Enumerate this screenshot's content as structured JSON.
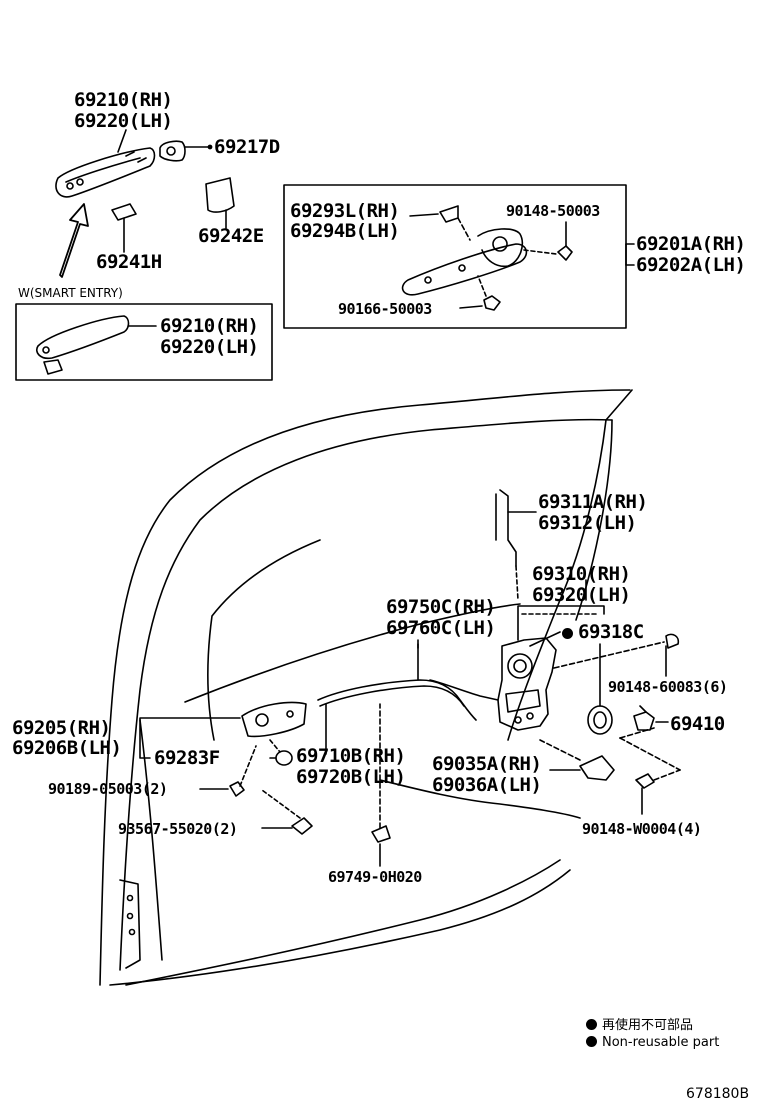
{
  "parts": {
    "handle_rh": "69210(RH)",
    "handle_lh": "69220(LH)",
    "cap": "69217D",
    "pad_a": "69241H",
    "pad_b": "69242E",
    "frame_rh": "69293L(RH)",
    "frame_lh": "69294B(LH)",
    "screw_top": "90148-50003",
    "screw_bottom": "90166-50003",
    "assy_rh": "69201A(RH)",
    "assy_lh": "69202A(LH)",
    "smart_handle_rh": "69210(RH)",
    "smart_handle_lh": "69220(LH)",
    "rod_rh": "69311A(RH)",
    "rod_lh": "69312(LH)",
    "lock_rh": "69310(RH)",
    "lock_lh": "69320(LH)",
    "cable_rh": "69750C(RH)",
    "cable_lh": "69760C(LH)",
    "seal": "69318C",
    "screw_lock": "90148-60083(6)",
    "striker": "69410",
    "inner_handle_rh": "69205(RH)",
    "inner_handle_lh": "69206B(LH)",
    "bezel": "69283F",
    "cable2_rh": "69710B(RH)",
    "cable2_lh": "69720B(LH)",
    "cover_rh": "69035A(RH)",
    "cover_lh": "69036A(LH)",
    "clip": "90189-05003(2)",
    "screw_inner": "93567-55020(2)",
    "screw_striker": "90148-W0004(4)",
    "clamp": "69749-0H020"
  },
  "smart_entry_label": "W(SMART ENTRY)",
  "legend": {
    "jp": "再使用不可部品",
    "en": "Non-reusable part"
  },
  "diagram_id": "678180B"
}
